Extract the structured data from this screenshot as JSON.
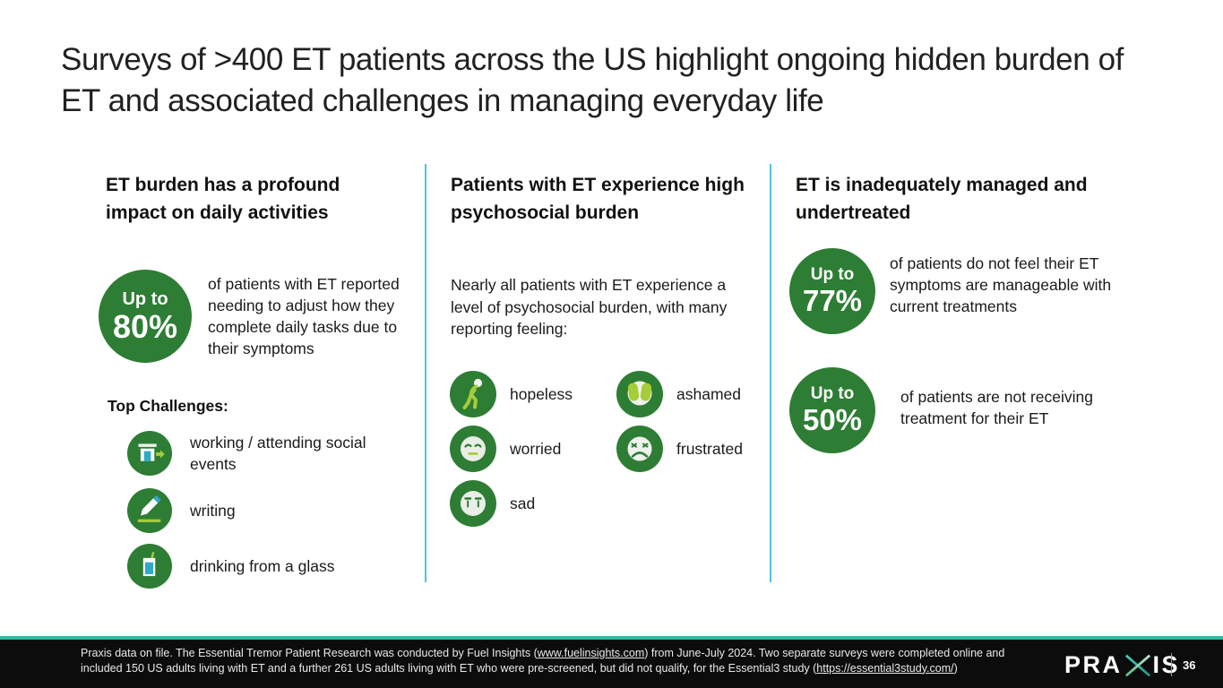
{
  "slide": {
    "title": "Surveys of >400 ET patients across the US highlight ongoing hidden burden of ET and associated challenges in managing everyday life",
    "page_number": "36",
    "logo_pre": "PRA",
    "logo_post": "IS"
  },
  "columns": [
    {
      "header": "ET burden has a profound impact on daily activities",
      "stat": {
        "prefix": "Up to",
        "value": "80%",
        "text": "of patients with ET reported needing to adjust how they complete daily tasks due to their symptoms"
      },
      "challenges_title": "Top Challenges:",
      "challenges": [
        {
          "icon": "building-arrow-icon",
          "label": "working / attending social events"
        },
        {
          "icon": "pencil-icon",
          "label": "writing"
        },
        {
          "icon": "drinking-glass-icon",
          "label": "drinking from a glass"
        }
      ]
    },
    {
      "header": "Patients with ET experience high psychosocial burden",
      "intro": "Nearly all patients with ET experience a level of psychosocial burden, with many reporting feeling:",
      "feelings": [
        {
          "icon": "hopeless-person-icon",
          "label": "hopeless"
        },
        {
          "icon": "ashamed-face-icon",
          "label": "ashamed"
        },
        {
          "icon": "worried-face-icon",
          "label": "worried"
        },
        {
          "icon": "frustrated-face-icon",
          "label": "frustrated"
        },
        {
          "icon": "sad-face-icon",
          "label": "sad"
        }
      ]
    },
    {
      "header": "ET is inadequately managed and undertreated",
      "stats": [
        {
          "prefix": "Up to",
          "value": "77%",
          "text": "of patients do not feel their ET symptoms are manageable with current treatments"
        },
        {
          "prefix": "Up to",
          "value": "50%",
          "text": "of patients are not receiving treatment for their ET"
        }
      ]
    }
  ],
  "footer": {
    "text_part1": "Praxis data on file. The Essential Tremor Patient Research was conducted by Fuel Insights (",
    "link1": "www.fuelinsights.com",
    "text_part2": ") from June-July 2024. Two separate surveys were completed online and included 150 US adults living with ET and a further 261 US adults living with ET who were pre-screened, but did not qualify, for the Essential3 study (",
    "link2": "https://essential3study.com/",
    "text_part3": ")"
  },
  "colors": {
    "circle_green": "#2e7d34",
    "lime_accent": "#a5cd39",
    "teal_icon": "#2fa9c9",
    "column_divider": "#4fc3dd",
    "footer_background": "#0c0c0c",
    "footer_accent": "#38b79f"
  }
}
